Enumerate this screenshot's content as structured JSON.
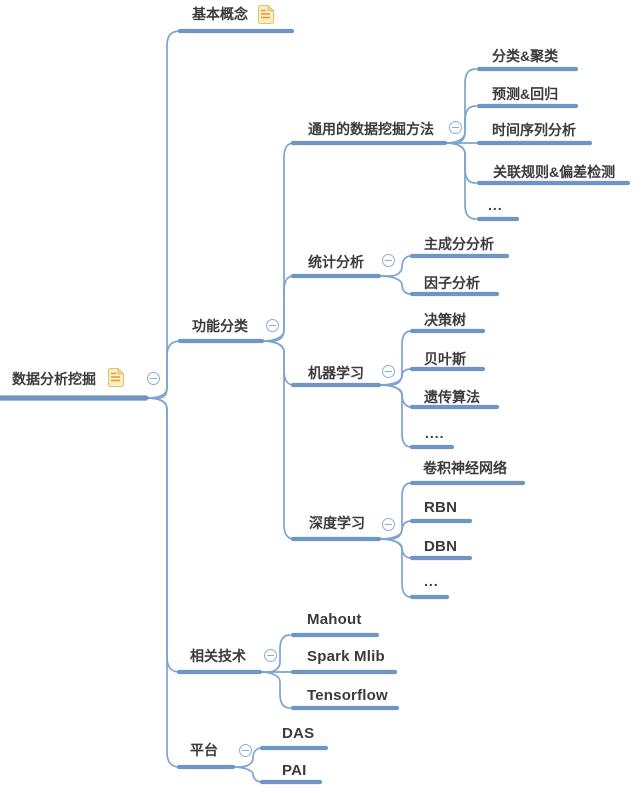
{
  "diagram": {
    "type": "mindmap",
    "app_style": "xmind-logic-chart",
    "background": "#ffffff"
  },
  "colors": {
    "branch_line": "#6e95c3",
    "connector_line": "#7da3cf",
    "text": "#3b3b3b",
    "badge_outline": "#8aadd6",
    "note_icon_fill": "#faefbe",
    "note_icon_border": "#e3bd6f",
    "note_icon_lines": "#dfa045"
  },
  "icons": {
    "note": "note-icon",
    "collapse": "minus-circle-icon",
    "collapse_symbol": "−"
  },
  "topics": {
    "root": {
      "label": "数据分析挖掘",
      "has_note_icon": true,
      "collapsible": true
    },
    "basic": {
      "label": "基本概念",
      "has_note_icon": true,
      "collapsible": false
    },
    "func": {
      "label": "功能分类",
      "collapsible": true
    },
    "general": {
      "label": "通用的数据挖掘方法",
      "collapsible": true
    },
    "cls": {
      "label": "分类&聚类"
    },
    "pred": {
      "label": "预测&回归"
    },
    "ts": {
      "label": "时间序列分析"
    },
    "assoc": {
      "label": "关联规则&偏差检测"
    },
    "gmore": {
      "label": "..."
    },
    "stat": {
      "label": "统计分析",
      "collapsible": true
    },
    "pca": {
      "label": "主成分分析"
    },
    "factor": {
      "label": "因子分析"
    },
    "ml": {
      "label": "机器学习",
      "collapsible": true
    },
    "dtree": {
      "label": "决策树"
    },
    "bayes": {
      "label": "贝叶斯"
    },
    "genetic": {
      "label": "遗传算法"
    },
    "mlmore": {
      "label": "...."
    },
    "dl": {
      "label": "深度学习",
      "collapsible": true
    },
    "cnn": {
      "label": "卷积神经网络"
    },
    "rbn": {
      "label": "RBN"
    },
    "dbn": {
      "label": "DBN"
    },
    "dlmore": {
      "label": "..."
    },
    "reltech": {
      "label": "相关技术",
      "collapsible": true
    },
    "mahout": {
      "label": "Mahout"
    },
    "spark": {
      "label": "Spark Mlib"
    },
    "tensorflow": {
      "label": "Tensorflow"
    },
    "platform": {
      "label": "平台",
      "collapsible": true
    },
    "das": {
      "label": "DAS"
    },
    "pai": {
      "label": "PAI"
    }
  },
  "structure": {
    "root": {
      "children": [
        "basic",
        "func",
        "reltech",
        "platform"
      ]
    },
    "func": {
      "children": [
        "general",
        "stat",
        "ml",
        "dl"
      ]
    },
    "general": {
      "children": [
        "cls",
        "pred",
        "ts",
        "assoc",
        "gmore"
      ]
    },
    "stat": {
      "children": [
        "pca",
        "factor"
      ]
    },
    "ml": {
      "children": [
        "dtree",
        "bayes",
        "genetic",
        "mlmore"
      ]
    },
    "dl": {
      "children": [
        "cnn",
        "rbn",
        "dbn",
        "dlmore"
      ]
    },
    "reltech": {
      "children": [
        "mahout",
        "spark",
        "tensorflow"
      ]
    },
    "platform": {
      "children": [
        "das",
        "pai"
      ]
    }
  }
}
